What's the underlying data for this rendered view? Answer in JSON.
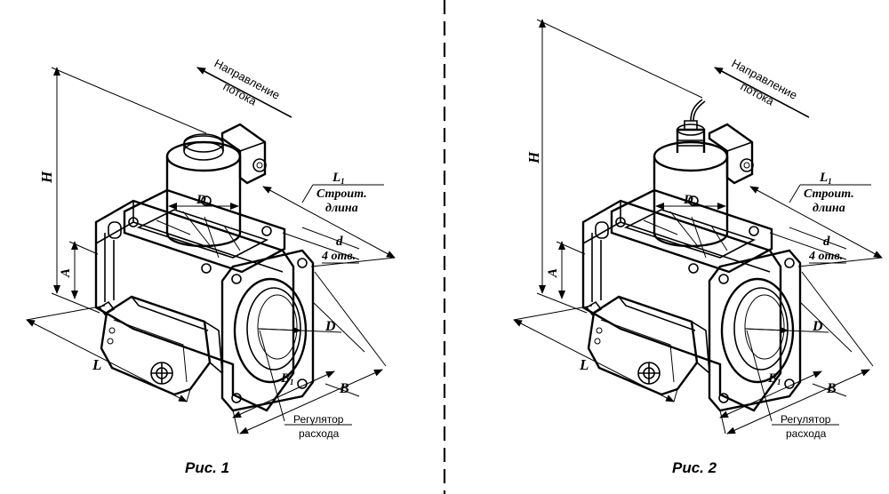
{
  "figures": [
    {
      "caption": "Рис. 1",
      "flow_label_line1": "Направление",
      "flow_label_line2": "потока",
      "labels": {
        "H": "H",
        "A": "A",
        "L": "L",
        "Dk": "D",
        "Dk_sub": "к",
        "L1": "L",
        "L1_sub": "1",
        "build_length_line1": "Строит.",
        "build_length_line2": "длина",
        "d": "d",
        "holes": "4 отв.",
        "D": "D",
        "B1": "B",
        "B1_sub": "1",
        "B": "B"
      },
      "regulator_line1": "Регулятор",
      "regulator_line2": "расхода"
    },
    {
      "caption": "Рис. 2",
      "flow_label_line1": "Направление",
      "flow_label_line2": "потока",
      "labels": {
        "H": "H",
        "A": "A",
        "L": "L",
        "Dk": "D",
        "Dk_sub": "к",
        "L1": "L",
        "L1_sub": "1",
        "build_length_line1": "Строит.",
        "build_length_line2": "длина",
        "d": "d",
        "holes": "4 отв.",
        "D": "D",
        "B1": "B",
        "B1_sub": "1",
        "B": "B"
      },
      "regulator_line1": "Регулятор",
      "regulator_line2": "расхода"
    }
  ],
  "divider_style": "dashed"
}
